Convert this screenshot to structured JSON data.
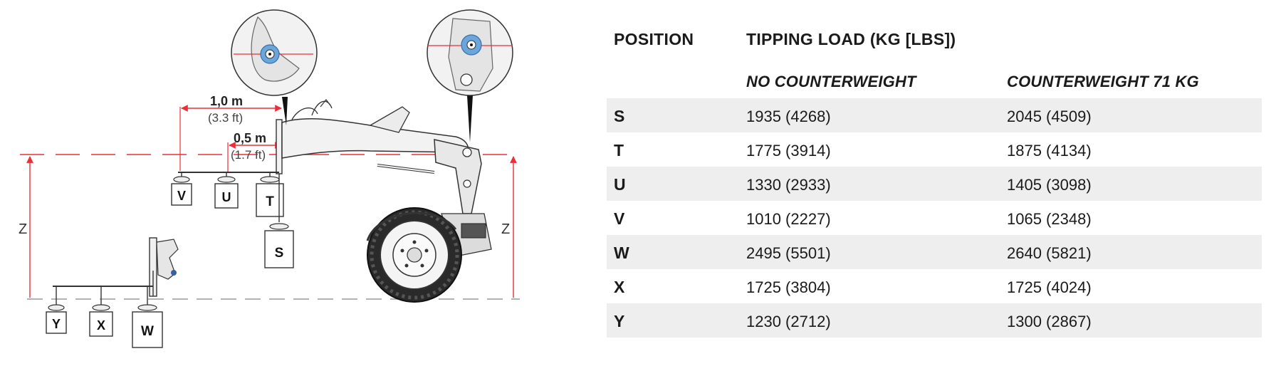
{
  "diagram": {
    "dim_1m": "1,0 m",
    "dim_1m_ft": "(3.3 ft)",
    "dim_05m": "0,5 m",
    "dim_05m_ft": "(1.7 ft)",
    "z_left": "Z",
    "z_right": "Z",
    "weights": {
      "S": "S",
      "T": "T",
      "U": "U",
      "V": "V",
      "W": "W",
      "X": "X",
      "Y": "Y"
    },
    "colors": {
      "dimension": "#e8303a",
      "line": "#333333",
      "highlight": "#6aa5dc"
    }
  },
  "table": {
    "header_position": "POSITION",
    "header_tipping": "TIPPING LOAD (KG [LBS])",
    "col_no_cw": "NO COUNTERWEIGHT",
    "col_cw": "COUNTERWEIGHT 71 KG",
    "rows": [
      {
        "pos": "S",
        "no_cw": "1935 (4268)",
        "cw": "2045 (4509)"
      },
      {
        "pos": "T",
        "no_cw": "1775 (3914)",
        "cw": "1875 (4134)"
      },
      {
        "pos": "U",
        "no_cw": "1330 (2933)",
        "cw": "1405 (3098)"
      },
      {
        "pos": "V",
        "no_cw": "1010 (2227)",
        "cw": "1065 (2348)"
      },
      {
        "pos": "W",
        "no_cw": "2495 (5501)",
        "cw": "2640 (5821)"
      },
      {
        "pos": "X",
        "no_cw": "1725 (3804)",
        "cw": "1725 (4024)"
      },
      {
        "pos": "Y",
        "no_cw": "1230 (2712)",
        "cw": "1300 (2867)"
      }
    ]
  }
}
